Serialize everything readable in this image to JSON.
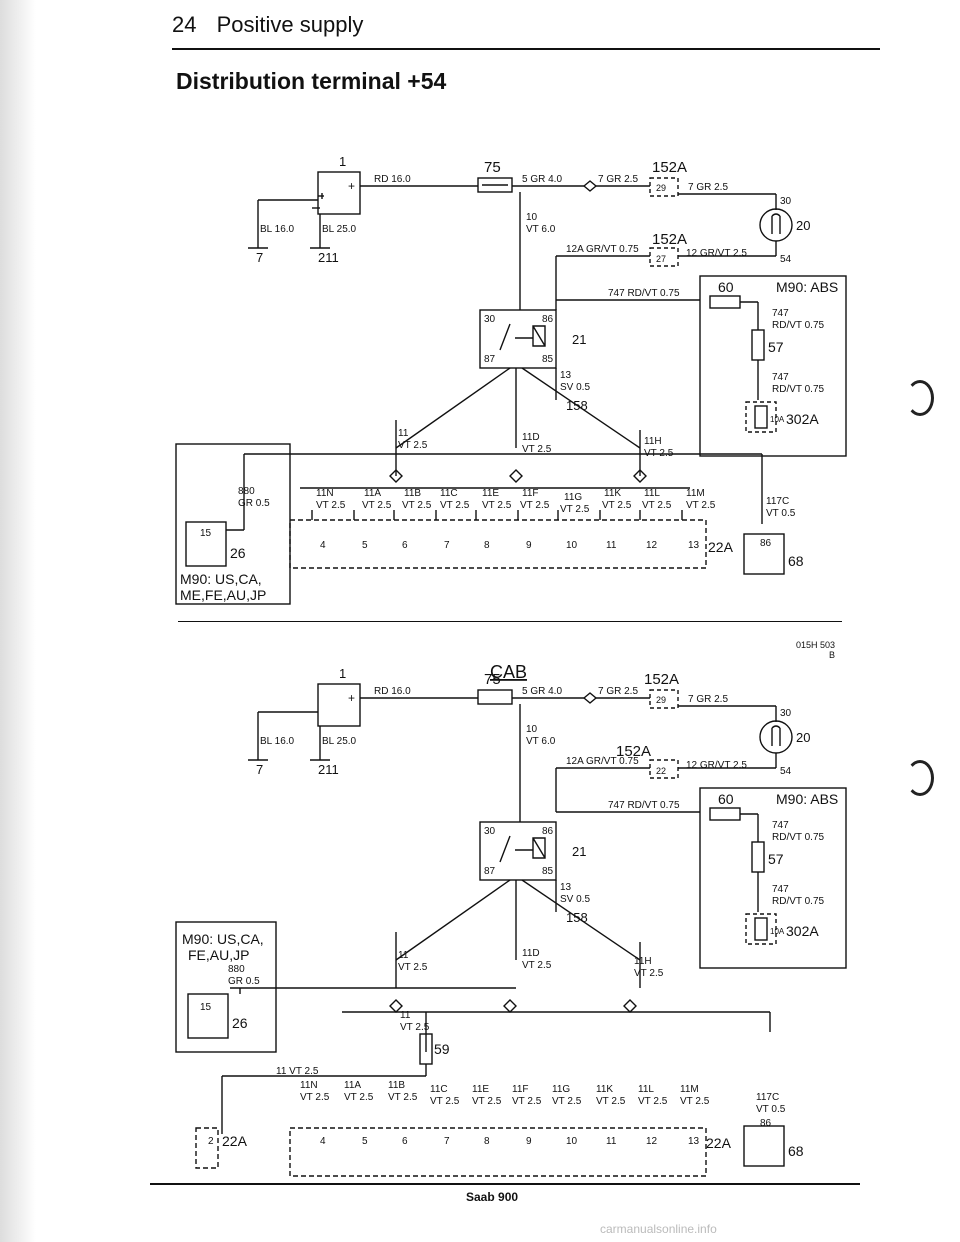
{
  "header": {
    "page_number": "24",
    "section": "Positive supply"
  },
  "title": "Distribution terminal +54",
  "cab_label": "CAB",
  "drawing_code": "015H 503",
  "drawing_sub": "B",
  "footer": "Saab 900",
  "watermark": "carmanualsonline.info",
  "top": {
    "battery_num": "1",
    "battery_plus": "+",
    "wire_rd": "RD 16.0",
    "wire_bl16": "BL 16.0",
    "wire_bl25": "BL 25.0",
    "g7": "7",
    "g211": "211",
    "fuse75": "75",
    "w5": "5 GR 4.0",
    "w7": "7 GR 2.5",
    "c152a_1": "152A",
    "pin29": "29",
    "w7b": "7 GR 2.5",
    "w10": "10",
    "w10b": "VT 6.0",
    "w12a": "12A GR/VT 0.75",
    "c152a_2": "152A",
    "pin22": "27",
    "w12": "12 GR/VT 2.5",
    "sw30": "30",
    "sw20": "20",
    "sw54": "54",
    "w747": "747 RD/VT 0.75",
    "c60": "60",
    "abs": "M90: ABS",
    "w747b": "747",
    "w747bc": "RD/VT 0.75",
    "c57": "57",
    "w747c": "747",
    "w747cc": "RD/VT 0.75",
    "f10a": "10A",
    "c302a": "302A",
    "r30": "30",
    "r86": "86",
    "r87": "87",
    "r85": "85",
    "r21": "21",
    "w13": "13",
    "w13b": "SV 0.5",
    "g158": "158",
    "w11": "11",
    "w11b": "VT 2.5",
    "w11d": "11D",
    "w11db": "VT 2.5",
    "w11h": "11H",
    "w11hb": "VT 2.5",
    "w880": "880",
    "w880b": "GR 0.5",
    "c15": "15",
    "c26": "26",
    "m90us": "M90: US,CA,",
    "m90us2": "ME,FE,AU,JP",
    "w11n": "11N",
    "w11a": "11A",
    "w11bb": "11B",
    "w11c": "11C",
    "w11e": "11E",
    "w11f": "11F",
    "w11g": "11G",
    "w11k": "11K",
    "w11l": "11L",
    "w11m": "11M",
    "vt25": "VT 2.5",
    "w117c": "117C",
    "w117cb": "VT 0.5",
    "fuses": [
      "4",
      "5",
      "6",
      "7",
      "8",
      "9",
      "10",
      "11",
      "12",
      "13"
    ],
    "c22a": "22A",
    "c86": "86",
    "c68": "68"
  },
  "bottom": {
    "battery_num": "1",
    "battery_plus": "+",
    "wire_rd": "RD 16.0",
    "wire_bl16": "BL 16.0",
    "wire_bl25": "BL 25.0",
    "g7": "7",
    "g211": "211",
    "fuse75": "75",
    "w5": "5 GR 4.0",
    "w7": "7 GR 2.5",
    "c152a_1": "152A",
    "pin29": "29",
    "w7b": "7 GR 2.5",
    "w10": "10",
    "w10b": "VT 6.0",
    "w12a": "12A GR/VT 0.75",
    "c152a_2": "152A",
    "pin22": "22",
    "w12": "12 GR/VT 2.5",
    "sw30": "30",
    "sw20": "20",
    "sw54": "54",
    "w747": "747 RD/VT 0.75",
    "c60": "60",
    "abs": "M90: ABS",
    "w747b": "747",
    "w747bc": "RD/VT 0.75",
    "c57": "57",
    "w747c": "747",
    "w747cc": "RD/VT 0.75",
    "f10a": "10A",
    "c302a": "302A",
    "r30": "30",
    "r86": "86",
    "r87": "87",
    "r85": "85",
    "r21": "21",
    "w13": "13",
    "w13b": "SV 0.5",
    "g158": "158",
    "w11": "11",
    "w11b": "VT 2.5",
    "w11d": "11D",
    "w11db": "VT 2.5",
    "w11h": "11H",
    "w11hb": "VT 2.5",
    "w880": "880",
    "w880b": "GR 0.5",
    "c15": "15",
    "c26": "26",
    "m90us": "M90: US,CA,",
    "m90us2": "FE,AU,JP",
    "w11x": "11",
    "w11xb": "VT 2.5",
    "c59": "59",
    "w11vt": "11 VT 2.5",
    "w11n": "11N",
    "w11a": "11A",
    "w11bb": "11B",
    "w11c": "11C",
    "w11e": "11E",
    "w11f": "11F",
    "w11g": "11G",
    "w11k": "11K",
    "w11l": "11L",
    "w11m": "11M",
    "vt25": "VT 2.5",
    "w117c": "117C",
    "w117cb": "VT 0.5",
    "f2": "2",
    "fuses": [
      "4",
      "5",
      "6",
      "7",
      "8",
      "9",
      "10",
      "11",
      "12",
      "13"
    ],
    "c22a": "22A",
    "c22a_l": "22A",
    "c86": "86",
    "c68": "68"
  }
}
